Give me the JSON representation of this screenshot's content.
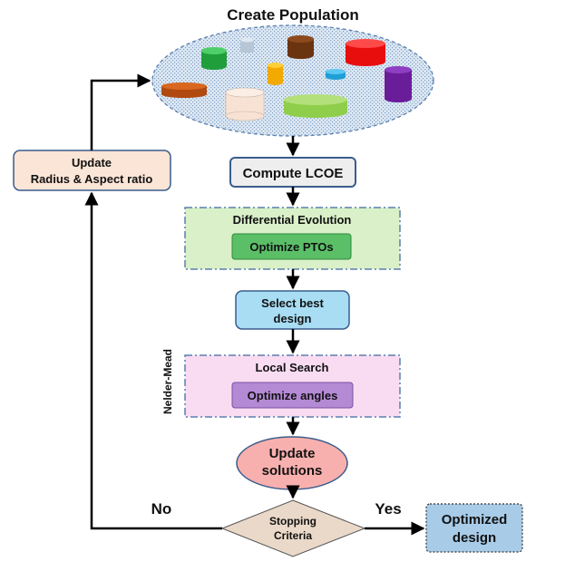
{
  "title": "Create Population",
  "update_node": {
    "line1": "Update",
    "line2": "Radius & Aspect ratio"
  },
  "compute_node": "Compute LCOE",
  "de_block": {
    "title": "Differential Evolution",
    "inner": "Optimize PTOs"
  },
  "select_node": {
    "line1": "Select best",
    "line2": "design"
  },
  "nm_block": {
    "side_label": "Nelder-Mead",
    "title": "Local Search",
    "inner": "Optimize angles"
  },
  "update_solutions": {
    "line1": "Update",
    "line2": "solutions"
  },
  "stopping": {
    "line1": "Stopping",
    "line2": "Criteria"
  },
  "branch_no": "No",
  "branch_yes": "Yes",
  "optimized": {
    "line1": "Optimized",
    "line2": "design"
  },
  "colors": {
    "population_fill": "#c9dcef",
    "update_fill": "#fbe5d6",
    "update_border": "#3b5d8c",
    "compute_fill": "#eeeeee",
    "de_fill": "#d9f0c8",
    "de_inner": "#5bbf68",
    "select_fill": "#a8ddf4",
    "nm_fill": "#f9dcf2",
    "nm_inner": "#b48ad4",
    "update_solutions_fill": "#f8b0ae",
    "stopping_fill": "#ead9c9",
    "optimized_fill": "#a8cbe8"
  }
}
